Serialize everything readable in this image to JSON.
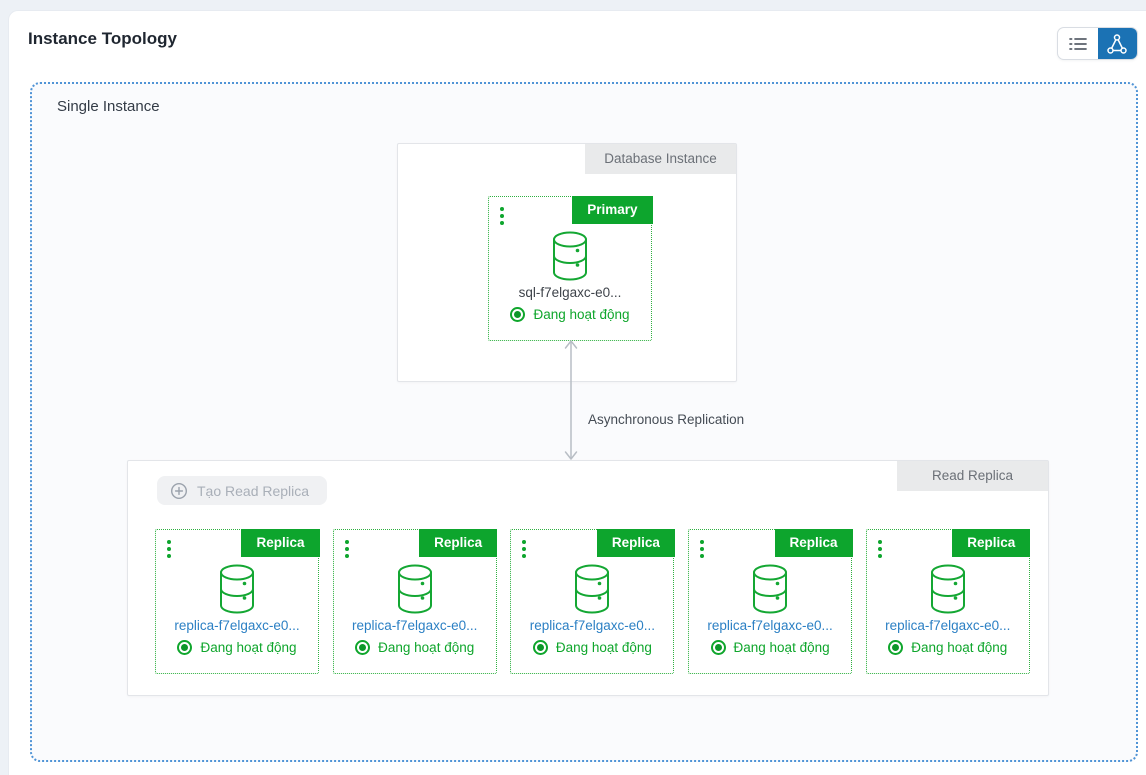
{
  "page": {
    "title": "Instance Topology"
  },
  "view_toggle": {
    "buttons": [
      {
        "name": "list-view",
        "icon": "list-icon",
        "active": false
      },
      {
        "name": "topology-view",
        "icon": "topology-icon",
        "active": true
      }
    ],
    "active_color": "#1b72b4"
  },
  "topology": {
    "zone_label": "Single Instance",
    "primary_group": {
      "tab_label": "Database Instance",
      "node": {
        "badge": "Primary",
        "name": "sql-f7elgaxc-e0...",
        "status": "Đang hoạt động"
      }
    },
    "replication_label": "Asynchronous Replication",
    "replica_group": {
      "tab_label": "Read Replica",
      "create_button_label": "Tạo Read Replica",
      "nodes": [
        {
          "badge": "Replica",
          "name": "replica-f7elgaxc-e0...",
          "status": "Đang hoạt động"
        },
        {
          "badge": "Replica",
          "name": "replica-f7elgaxc-e0...",
          "status": "Đang hoạt động"
        },
        {
          "badge": "Replica",
          "name": "replica-f7elgaxc-e0...",
          "status": "Đang hoạt động"
        },
        {
          "badge": "Replica",
          "name": "replica-f7elgaxc-e0...",
          "status": "Đang hoạt động"
        },
        {
          "badge": "Replica",
          "name": "replica-f7elgaxc-e0...",
          "status": "Đang hoạt động"
        }
      ]
    }
  },
  "icons": {
    "list_view": "list-icon",
    "topology_view": "topology-icon",
    "node_menu": "kebab-menu-icon",
    "create": "plus-circle-icon",
    "node": "database-icon",
    "status": "active-status-icon"
  },
  "colors": {
    "accent_green": "#0da52d",
    "green_border": "#2fb040",
    "link_blue": "#2c80c4",
    "toggle_active_blue": "#1b72b4",
    "zone_border_blue": "#5094d6",
    "status_green": "#0fa62c"
  }
}
